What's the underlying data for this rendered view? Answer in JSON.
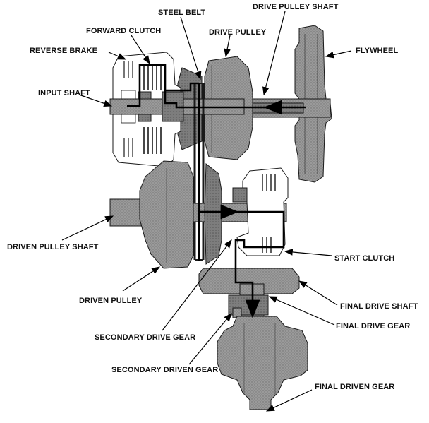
{
  "labels": {
    "steel_belt": "STEEL BELT",
    "drive_pulley_shaft": "DRIVE PULLEY SHAFT",
    "forward_clutch": "FORWARD CLUTCH",
    "drive_pulley": "DRIVE PULLEY",
    "reverse_brake": "REVERSE BRAKE",
    "flywheel": "FLYWHEEL",
    "input_shaft": "INPUT SHAFT",
    "driven_pulley_shaft": "DRIVEN PULLEY SHAFT",
    "start_clutch": "START CLUTCH",
    "driven_pulley": "DRIVEN PULLEY",
    "final_drive_shaft": "FINAL DRIVE SHAFT",
    "final_drive_gear": "FINAL DRIVE GEAR",
    "secondary_drive_gear": "SECONDARY DRIVE GEAR",
    "secondary_driven_gear": "SECONDARY DRIVEN GEAR",
    "final_driven_gear": "FINAL DRIVEN GEAR"
  },
  "colors": {
    "part_fill": "#8f8f8f",
    "part_dark": "#5a5a5a",
    "outline": "#1a1a1a",
    "power_flow": "#000000"
  }
}
